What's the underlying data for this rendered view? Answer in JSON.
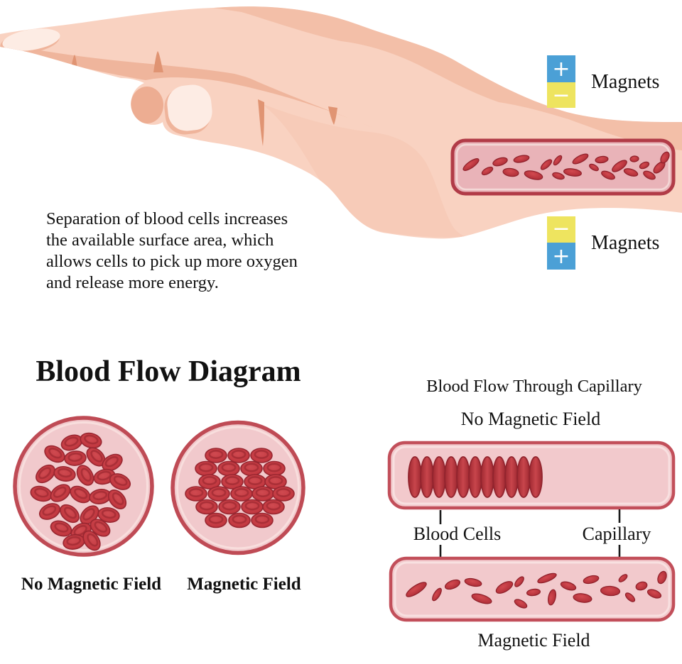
{
  "figure": {
    "background": "#ffffff",
    "type": "medical illustration diagram"
  },
  "hand_caption": {
    "lines": [
      "Separation of blood cells increases",
      "the available surface area, which",
      "allows cells to pick up more oxygen",
      "and release more energy."
    ]
  },
  "magnets": {
    "top": {
      "pole_upper": "+",
      "pole_lower": "−",
      "label": "Magnets",
      "pole_upper_color": "#4ba0d6",
      "pole_lower_color": "#eee45f"
    },
    "bottom": {
      "pole_upper": "−",
      "pole_lower": "+",
      "label": "Magnets",
      "pole_upper_color": "#eee45f",
      "pole_lower_color": "#4ba0d6"
    }
  },
  "blood_flow_diagram": {
    "title": "Blood Flow Diagram",
    "left_circle_label": "No Magnetic Field",
    "right_circle_label": "Magnetic Field"
  },
  "capillary_flow": {
    "title": "Blood Flow Through Capillary",
    "subtitle": "No Magnetic Field",
    "label_blood_cells": "Blood Cells",
    "label_capillary": "Capillary",
    "bottom_label": "Magnetic Field"
  },
  "colors": {
    "skin_light": "#f8cfbc",
    "skin_mid": "#f2bba2",
    "skin_shadow": "#efb298",
    "cell_red": "#c23840",
    "cell_dark": "#9e2831",
    "vessel_fill": "#f2c9cc",
    "vessel_border": "#c24f5a",
    "magnet_blue": "#4ba0d6",
    "magnet_yellow": "#eee45f",
    "text": "#111111"
  }
}
